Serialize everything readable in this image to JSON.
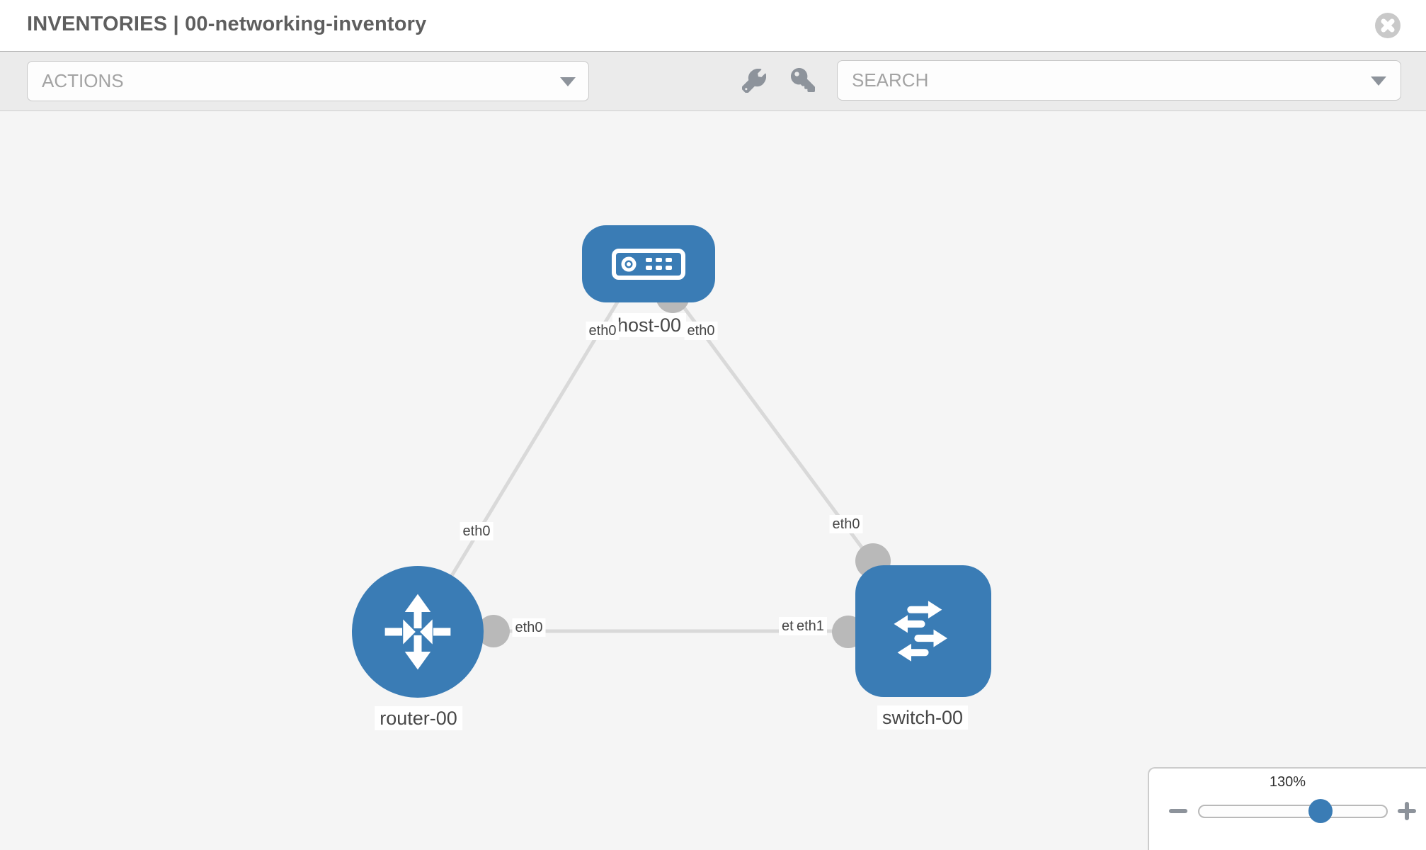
{
  "header": {
    "title": "INVENTORIES | 00-networking-inventory",
    "close_icon": "circle-x"
  },
  "toolbar": {
    "actions_label": "ACTIONS",
    "search_label": "SEARCH",
    "icons": [
      "wrench",
      "key"
    ]
  },
  "topology": {
    "nodes": [
      {
        "id": "host-00",
        "type": "host",
        "label": "host-00"
      },
      {
        "id": "router-00",
        "type": "router",
        "label": "router-00"
      },
      {
        "id": "switch-00",
        "type": "switch",
        "label": "switch-00"
      }
    ],
    "links": [
      {
        "from": "host-00",
        "from_if": "eth0",
        "to": "router-00",
        "to_if": "eth0"
      },
      {
        "from": "host-00",
        "from_if": "eth0",
        "to": "switch-00",
        "to_if": "eth0"
      },
      {
        "from": "router-00",
        "from_if": "eth0",
        "to": "switch-00",
        "to_if": "eth1"
      }
    ],
    "overlapped_labels": {
      "under": "eth0",
      "over": "eth1"
    }
  },
  "zoom_control": {
    "level": "130%"
  },
  "colors": {
    "node_blue": "#3a7cb5",
    "link_gray": "#d9d9d9",
    "connector_gray": "#b9b9b9",
    "toolbar_bg": "#ebebeb",
    "canvas_bg": "#f5f5f5",
    "icon_gray": "#8d939b",
    "title_gray": "#5e5e5e"
  }
}
